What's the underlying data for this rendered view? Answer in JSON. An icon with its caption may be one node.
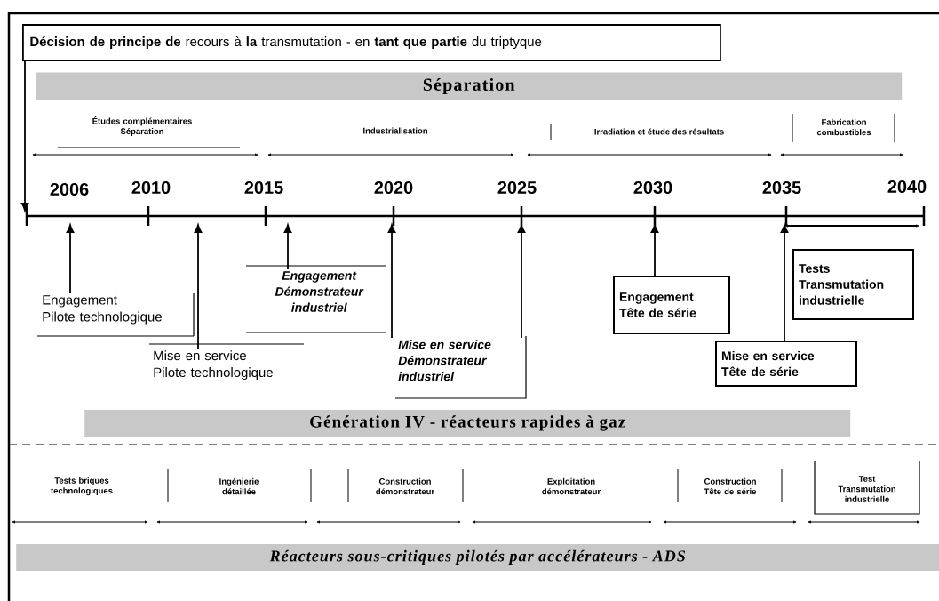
{
  "diagram": {
    "nodes": [
      {
        "text": [
          "**Décision de principe de** recours à **la** transmutation - en **tant que partie** du triptyque"
        ]
      },
      {
        "text": [
          "Séparation"
        ]
      },
      {
        "text": [
          "Engagement",
          "Pilote technologique"
        ]
      },
      {
        "text": [
          "Mise en service",
          "Pilote technologique"
        ]
      },
      {
        "text": [
          "Engagement",
          "Démonstrateur industriel"
        ]
      },
      {
        "text": [
          "Mise en service",
          "Démonstrateur industriel"
        ]
      },
      {
        "text": [
          "Engagement",
          "Tête de série"
        ]
      },
      {
        "text": [
          "Tests Transmutation industrielle"
        ]
      },
      {
        "text": [
          "Mise en service",
          "Tête de série"
        ]
      },
      {
        "text": [
          "Génération IV - réacteurs rapides à gaz"
        ]
      },
      {
        "text": [
          "Réacteurs sous-critiques pilotés par accélérateurs - ADS"
        ]
      }
    ],
    "edges": [
      {
        "from": 0,
        "to": null,
        "arrow": "to"
      },
      {
        "from": 2,
        "to": null,
        "arrow": "to"
      },
      {
        "from": 3,
        "to": null,
        "arrow": "to"
      },
      {
        "from": 4,
        "to": null,
        "arrow": "to"
      },
      {
        "from": 5,
        "to": null,
        "arrow": "to"
      },
      {
        "from": 5,
        "to": null,
        "arrow": "to"
      },
      {
        "from": 6,
        "to": null,
        "arrow": "to"
      },
      {
        "from": 8,
        "to": null,
        "arrow": "to"
      }
    ],
    "labels": [
      "Études complémentaires Séparation",
      "Industrialisation",
      "Irradiation et étude des résultats",
      "Fabrication combustibles",
      "2006",
      "2010",
      "2015",
      "2020",
      "2025",
      "2030",
      "2035",
      "2040",
      "Tests briques technologiques",
      "Ingénierie détaillée",
      "Construction démonstrateur",
      "Exploitation démonstrateur",
      "Construction Tête de série",
      "Test Transmutation industrielle"
    ]
  }
}
